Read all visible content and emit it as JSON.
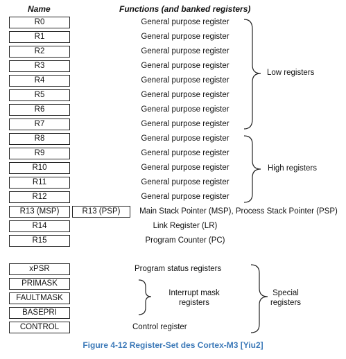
{
  "header": {
    "name": "Name",
    "functions": "Functions (and banked registers)"
  },
  "registers": [
    {
      "name": "R0",
      "function": "General purpose register"
    },
    {
      "name": "R1",
      "function": "General purpose register"
    },
    {
      "name": "R2",
      "function": "General purpose register"
    },
    {
      "name": "R3",
      "function": "General purpose register"
    },
    {
      "name": "R4",
      "function": "General purpose register"
    },
    {
      "name": "R5",
      "function": "General purpose register"
    },
    {
      "name": "R6",
      "function": "General purpose register"
    },
    {
      "name": "R7",
      "function": "General purpose register"
    },
    {
      "name": "R8",
      "function": "General purpose register"
    },
    {
      "name": "R9",
      "function": "General purpose register"
    },
    {
      "name": "R10",
      "function": "General purpose register"
    },
    {
      "name": "R11",
      "function": "General purpose register"
    },
    {
      "name": "R12",
      "function": "General purpose register"
    },
    {
      "name": "R13 (MSP)",
      "banked": "R13 (PSP)",
      "function": "Main Stack Pointer (MSP), Process Stack Pointer (PSP)"
    },
    {
      "name": "R14",
      "function": "Link Register (LR)"
    },
    {
      "name": "R15",
      "function": "Program Counter (PC)"
    }
  ],
  "groups": {
    "low": "Low registers",
    "high": "High registers"
  },
  "special": {
    "registers": [
      "xPSR",
      "PRIMASK",
      "FAULTMASK",
      "BASEPRI",
      "CONTROL"
    ],
    "program_status": "Program status registers",
    "interrupt_mask_line1": "Interrupt mask",
    "interrupt_mask_line2": "registers",
    "control": "Control register",
    "group_line1": "Special",
    "group_line2": "registers"
  },
  "caption": "Figure 4-12 Register-Set des Cortex-M3 [Yiu2]",
  "colors": {
    "caption": "#3c79b8",
    "stroke": "#222222"
  }
}
